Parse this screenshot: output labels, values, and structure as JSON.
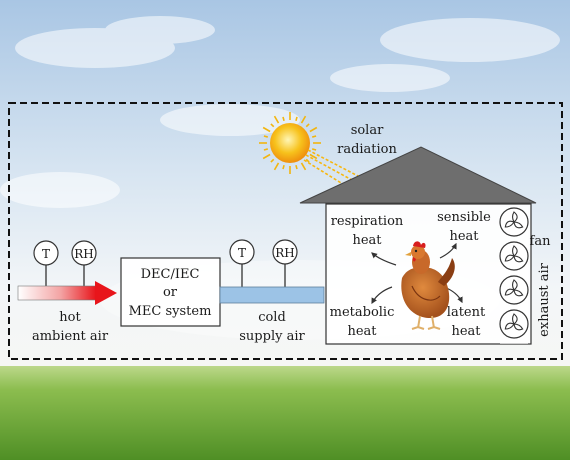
{
  "sensors_left": [
    "T",
    "RH"
  ],
  "sensors_right": [
    "T",
    "RH"
  ],
  "inlet": {
    "line1": "hot",
    "line2": "ambient air"
  },
  "system": {
    "line1": "DEC/IEC",
    "line2": "or",
    "line3": "MEC system"
  },
  "supply": {
    "line1": "cold",
    "line2": "supply air"
  },
  "solar": {
    "line1": "solar",
    "line2": "radiation"
  },
  "heat": {
    "respiration": {
      "line1": "respiration",
      "line2": "heat"
    },
    "sensible": {
      "line1": "sensible",
      "line2": "heat"
    },
    "metabolic": {
      "line1": "metabolic",
      "line2": "heat"
    },
    "latent": {
      "line1": "latent",
      "line2": "heat"
    }
  },
  "fan_label": "fan",
  "exhaust_label": "exhaust air",
  "fan_count": 4,
  "colors": {
    "inlet_arrow": "#e8151b",
    "supply_duct": "#9cc3e6",
    "roof": "#6e6e6e",
    "frame_dash": "#111111",
    "grass": "#6ea93a",
    "sun": "#f7b70f"
  }
}
